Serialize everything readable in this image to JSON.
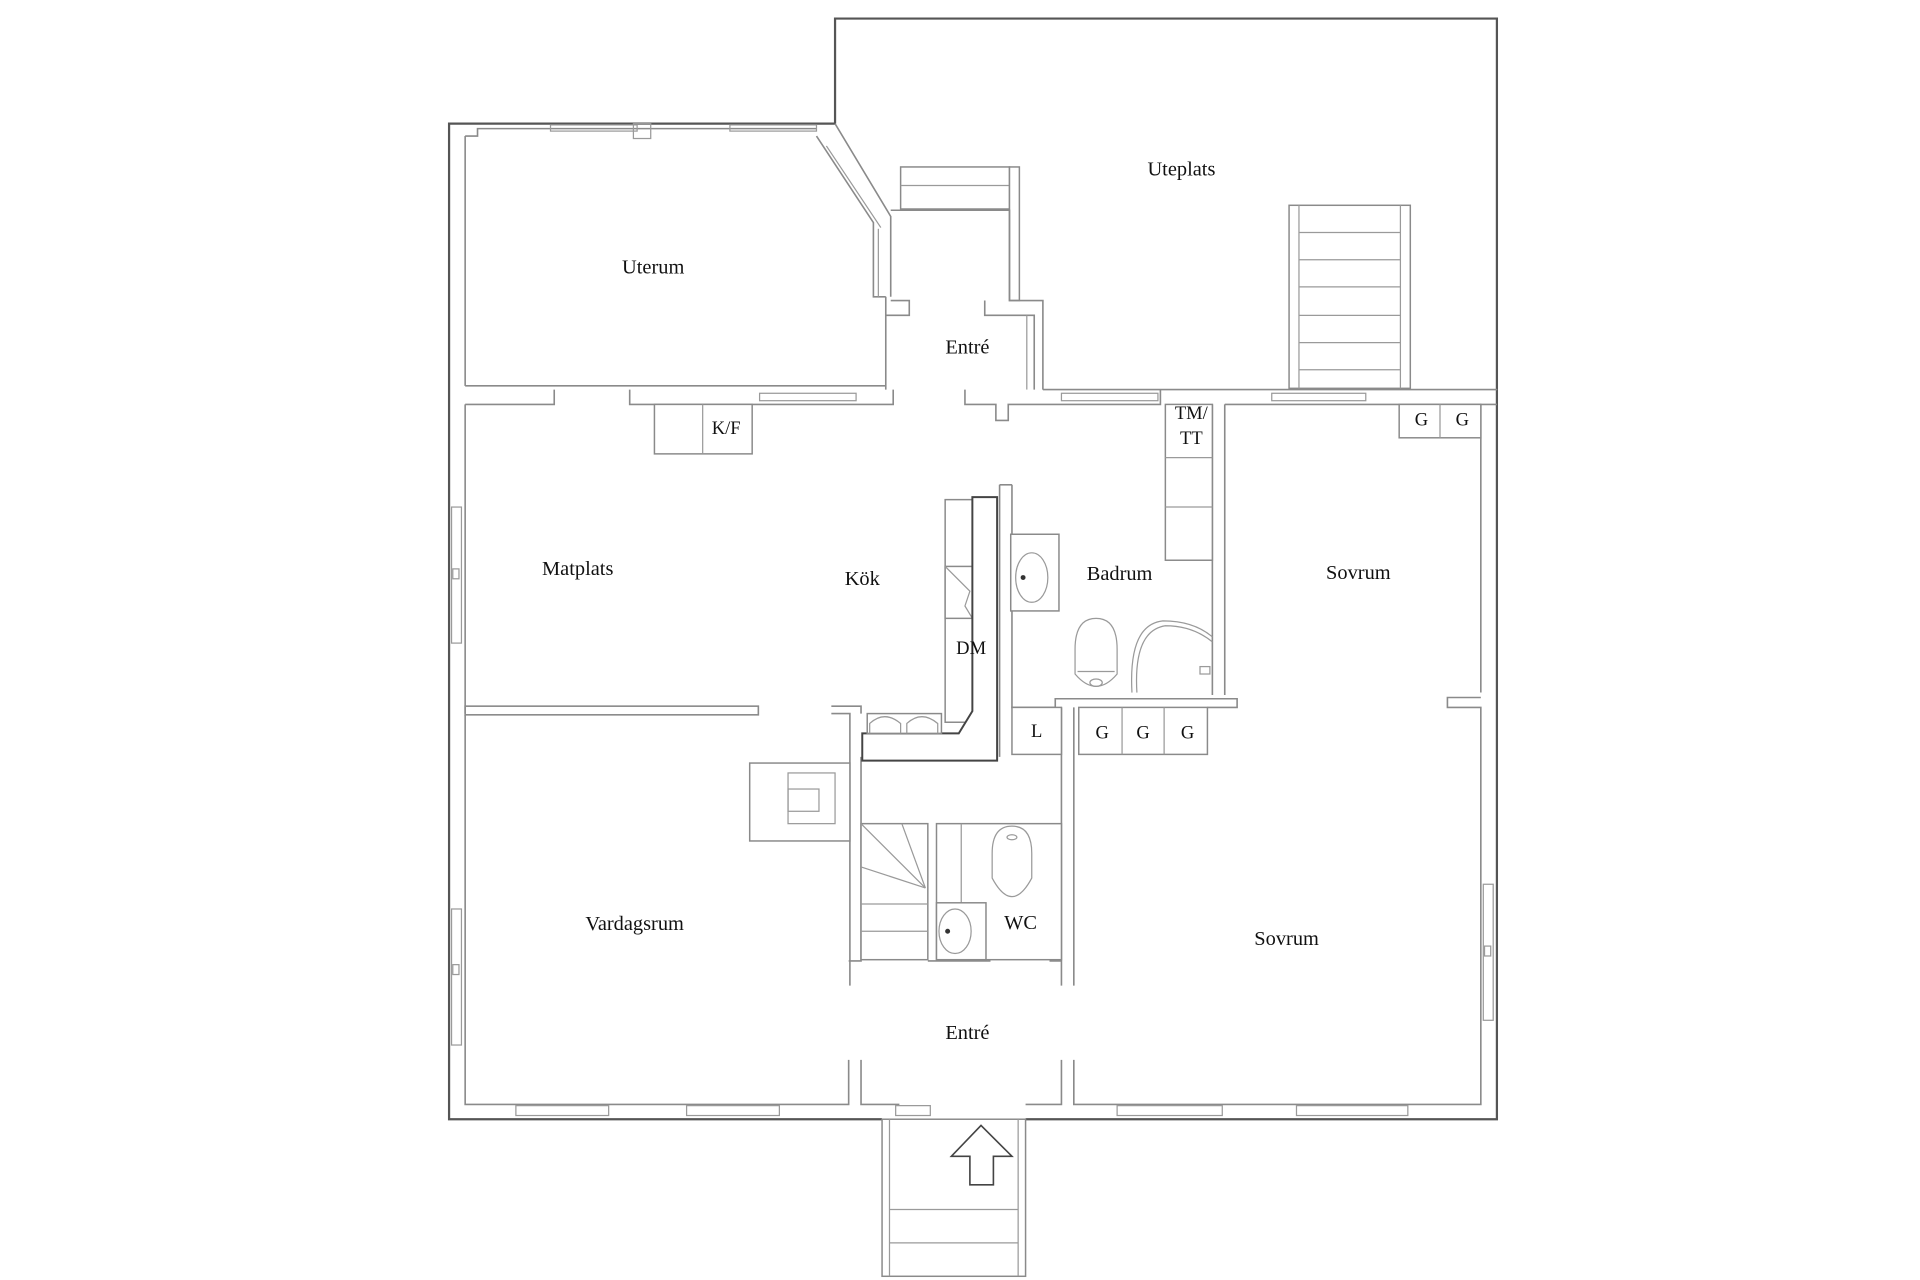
{
  "plan": {
    "title": "Floor plan",
    "line_color": "#8a8a8a",
    "background": "#ffffff"
  },
  "rooms": {
    "uteplats": "Uteplats",
    "uterum": "Uterum",
    "entre_back": "Entré",
    "matplats": "Matplats",
    "kok": "Kök",
    "badrum": "Badrum",
    "sovrum_top": "Sovrum",
    "vardagsrum": "Vardagsrum",
    "wc": "WC",
    "sovrum_bottom": "Sovrum",
    "entre_front": "Entré"
  },
  "fixtures": {
    "kf": "K/F",
    "tm_line1": "TM/",
    "tm_line2": "TT",
    "dm": "DM",
    "l": "L",
    "g": "G"
  },
  "icons": {
    "entrance_arrow": "arrow-up"
  }
}
